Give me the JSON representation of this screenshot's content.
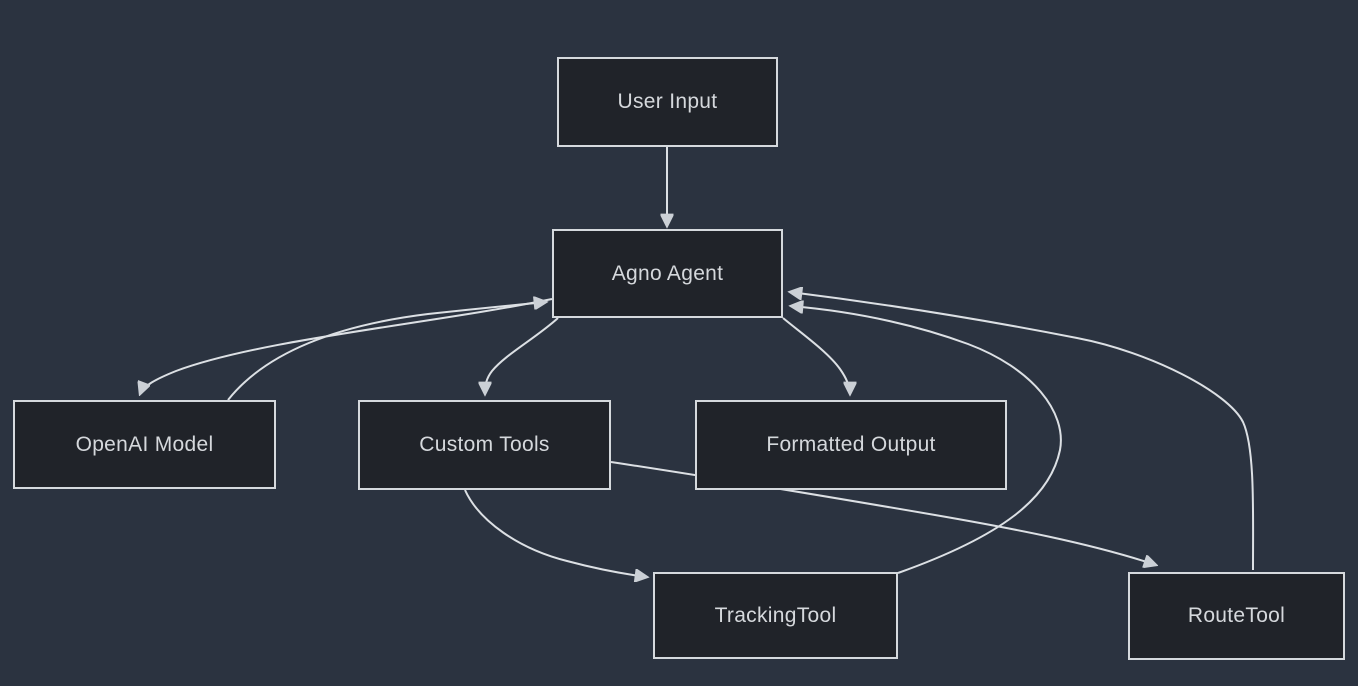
{
  "diagram": {
    "nodes": [
      {
        "id": "user-input",
        "label": "User Input"
      },
      {
        "id": "agno-agent",
        "label": "Agno Agent"
      },
      {
        "id": "openai-model",
        "label": "OpenAI Model"
      },
      {
        "id": "custom-tools",
        "label": "Custom Tools"
      },
      {
        "id": "formatted-output",
        "label": "Formatted Output"
      },
      {
        "id": "trackingtool",
        "label": "TrackingTool"
      },
      {
        "id": "routetool",
        "label": "RouteTool"
      }
    ],
    "edges": [
      {
        "from": "user-input",
        "to": "agno-agent"
      },
      {
        "from": "agno-agent",
        "to": "openai-model"
      },
      {
        "from": "openai-model",
        "to": "agno-agent"
      },
      {
        "from": "agno-agent",
        "to": "custom-tools"
      },
      {
        "from": "agno-agent",
        "to": "formatted-output"
      },
      {
        "from": "custom-tools",
        "to": "trackingtool"
      },
      {
        "from": "custom-tools",
        "to": "routetool"
      },
      {
        "from": "trackingtool",
        "to": "agno-agent"
      },
      {
        "from": "routetool",
        "to": "agno-agent"
      }
    ],
    "colors": {
      "background": "#2b3340",
      "node_fill": "#202329",
      "node_border": "#d5d9dd",
      "edge": "#dce0e4",
      "arrowhead": "#cbd0d6",
      "text": "#d5d8dc"
    }
  }
}
